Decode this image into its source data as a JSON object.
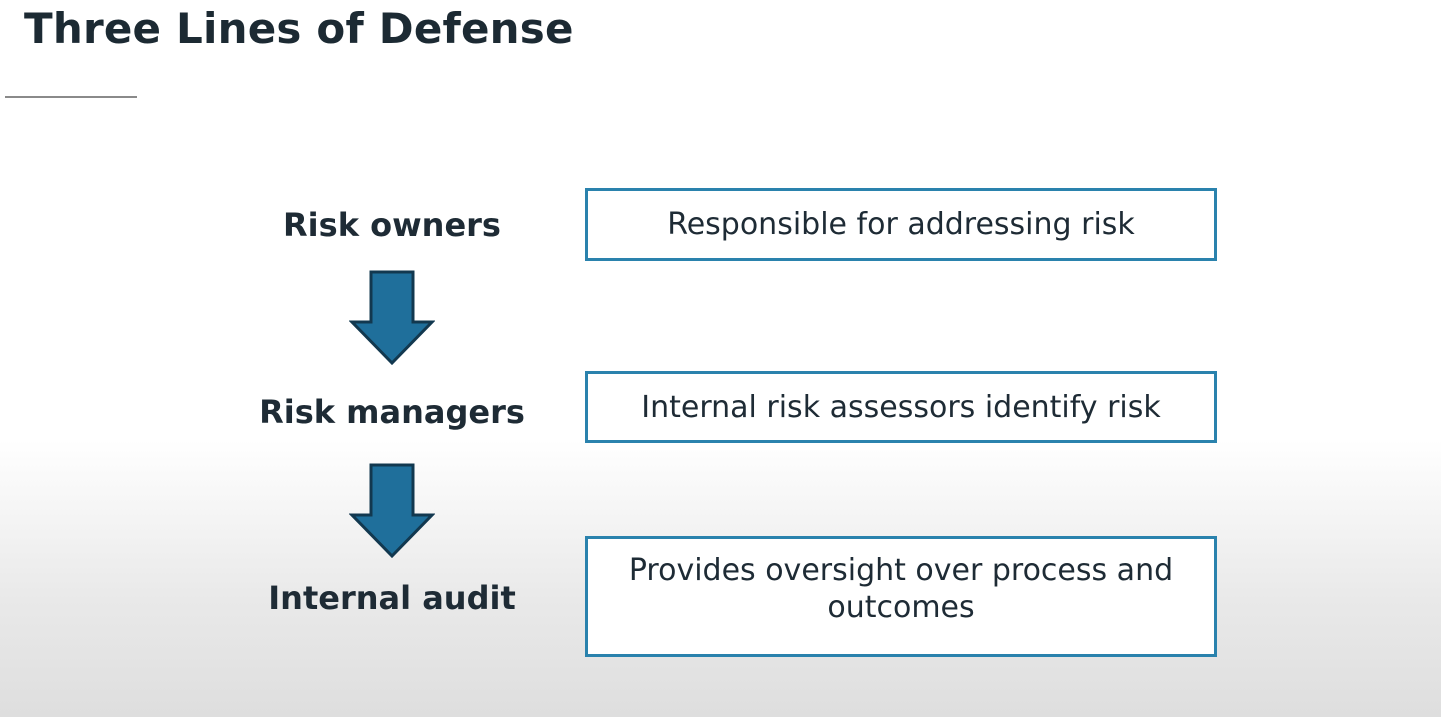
{
  "title": "Three Lines of Defense",
  "levels": [
    {
      "label": "Risk owners",
      "description": "Responsible for addressing risk"
    },
    {
      "label": "Risk managers",
      "description": "Internal risk assessors identify risk"
    },
    {
      "label": "Internal audit",
      "description": "Provides oversight over process and outcomes"
    }
  ],
  "colors": {
    "box_border": "#2a82ad",
    "arrow_fill": "#1f6f9b",
    "arrow_stroke": "#12384f",
    "text": "#1e2b35"
  },
  "icons": {
    "arrow": "down-arrow-icon"
  }
}
